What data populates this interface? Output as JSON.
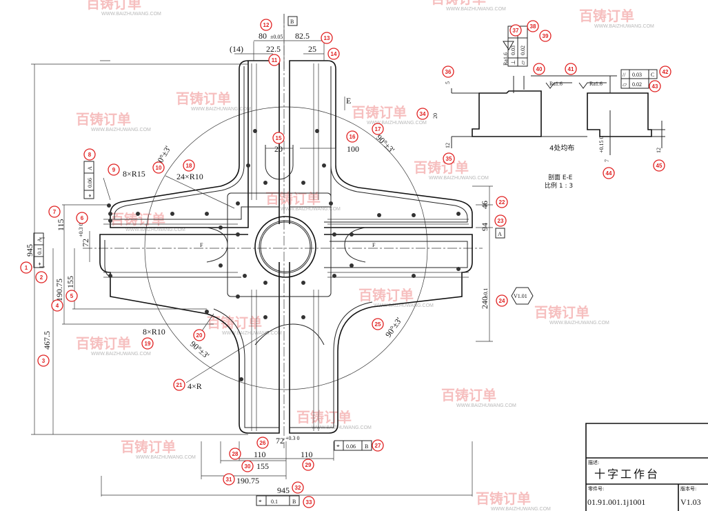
{
  "watermark": {
    "brand": "百铸订单",
    "url": "WWW.BAIZHUWANG.COM"
  },
  "dims": {
    "d80": "80",
    "d80tol": "±0.05",
    "d82_5": "82.5",
    "d14": "(14)",
    "d22_5": "22.5",
    "d25": "25",
    "d20": "20",
    "d100": "100",
    "r8x15": "8×R15",
    "r24x10": "24×R10",
    "r8x10": "8×R10",
    "r4x": "4×R",
    "ang": "90°±3'",
    "d115": "115",
    "d72": "72",
    "d72tol": "+0.3 0",
    "d945": "945",
    "d190_75": "190.75",
    "d155": "155",
    "d467_5": "467.5",
    "d46": "46",
    "d94": "94",
    "d240": "240",
    "d240tol": "±0.1",
    "b110a": "110",
    "b110b": "110",
    "b72": "72",
    "b72tol": "+0.3 0",
    "b155": "155",
    "b190_75": "190.75",
    "b945": "945"
  },
  "fcf": {
    "pos_sym": "⌖",
    "left_tol": "0.1",
    "left_ref": "A",
    "upper_tol": "0.06",
    "upper_ref": "A",
    "datum_a": "A",
    "datum_b": "B",
    "bot_tol1": "0.06",
    "bot_ref1": "B",
    "bot_tol2": "0.1",
    "bot_ref2": "B"
  },
  "labels": {
    "e": "E",
    "f1": "F",
    "f2": "F",
    "surface_code": "V1.01"
  },
  "section": {
    "ra1": "Ra1.6",
    "ra2": "Ra1.6",
    "ra3": "Ra1.6",
    "perp_sym": "⊥",
    "perp_tol": "0.03",
    "perp_ref": "C",
    "flat_sym": "▱",
    "flat_tol": "0.02",
    "par_sym": "//",
    "par_tol": "0.03",
    "par_ref": "C",
    "flat2_sym": "▱",
    "flat2_tol": "0.02",
    "d5": "5",
    "d12a": "12",
    "d12b": "12",
    "d7": "7",
    "d7tol": "+0.15 0",
    "d20": "20",
    "note": "4处均布",
    "title": "剖面 E-E",
    "scale": "比例 1 : 3"
  },
  "title_block": {
    "desc_label": "描述:",
    "desc": "十字工作台",
    "part_label": "零件号:",
    "part_no": "01.91.001.1j1001",
    "ver_label": "版本号:",
    "version": "V1.03"
  },
  "balloons": [
    "1",
    "2",
    "3",
    "4",
    "5",
    "6",
    "7",
    "8",
    "9",
    "10",
    "11",
    "12",
    "13",
    "14",
    "15",
    "16",
    "17",
    "18",
    "19",
    "20",
    "21",
    "22",
    "23",
    "24",
    "25",
    "26",
    "27",
    "28",
    "29",
    "30",
    "31",
    "32",
    "33",
    "34",
    "35",
    "36",
    "37",
    "38",
    "39",
    "40",
    "41",
    "42",
    "43",
    "44",
    "45"
  ]
}
